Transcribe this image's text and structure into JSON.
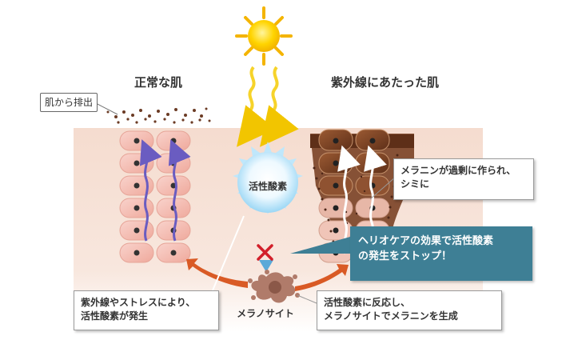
{
  "titles": {
    "normal_skin": "正常な肌",
    "uv_skin": "紫外線にあたった肌"
  },
  "labels": {
    "excrete": "肌から排出",
    "active_oxygen": "活性酸素",
    "melanocyte": "メラノサイト"
  },
  "callouts": {
    "melanin_overmade": {
      "line1": "メラニンが過剰に作られ、",
      "line2": "シミに"
    },
    "uv_stress": {
      "line1": "紫外線やストレスにより、",
      "line2": "活性酸素が発生"
    },
    "react": {
      "line1": "活性酸素に反応し、",
      "line2": "メラノサイトでメラニンを生成"
    },
    "heliocare": {
      "line1": "ヘリオケアの効果で活性酸素",
      "line2": "の発生をストップ！"
    }
  },
  "colors": {
    "skin_light": "#f5dccf",
    "skin_fade": "#fff4ef",
    "cell_fill": "#f6c2b8",
    "cell_border": "#e6a598",
    "cell_brown": "#7a4125",
    "cell_brown_light": "#9a5a37",
    "arrow_purple": "#6a5cc1",
    "arrow_orange": "#d95a25",
    "sun_yellow": "#f7c600",
    "sun_ray": "#f4b400",
    "wave_yellow": "#f6d32a",
    "oxygen_blue": "#9bd7f5",
    "melanocyte_brown": "#b07b6a",
    "heliocare_teal": "#3e7f95",
    "cross_red": "#d21f2a"
  },
  "icons": {
    "sun": "sun-icon",
    "uv_waves": "uv-wave-icon",
    "active_oxygen": "active-oxygen-burst-icon",
    "block_mark": "cross-mark-icon",
    "melanocyte": "melanocyte-icon"
  }
}
